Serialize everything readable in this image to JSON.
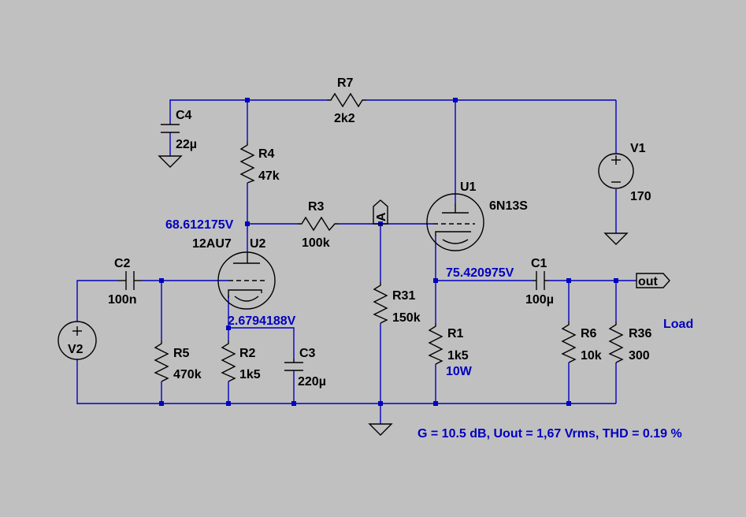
{
  "components": {
    "r7": {
      "name": "R7",
      "value": "2k2"
    },
    "c4": {
      "name": "C4",
      "value": "22µ"
    },
    "r4": {
      "name": "R4",
      "value": "47k"
    },
    "v1": {
      "name": "V1",
      "value": "170"
    },
    "u1": {
      "name": "U1",
      "value": "6N13S"
    },
    "u2": {
      "name": "U2",
      "value": "12AU7"
    },
    "r3": {
      "name": "R3",
      "value": "100k"
    },
    "c2": {
      "name": "C2",
      "value": "100n"
    },
    "c1": {
      "name": "C1",
      "value": "100µ"
    },
    "r31": {
      "name": "R31",
      "value": "150k"
    },
    "r5": {
      "name": "R5",
      "value": "470k"
    },
    "r2": {
      "name": "R2",
      "value": "1k5"
    },
    "c3": {
      "name": "C3",
      "value": "220µ"
    },
    "r1": {
      "name": "R1",
      "value": "1k5",
      "extra": "10W"
    },
    "r6": {
      "name": "R6",
      "value": "10k"
    },
    "r36": {
      "name": "R36",
      "value": "300"
    },
    "v2": {
      "name": "V2"
    }
  },
  "nodes": {
    "u2_plate_voltage": "68.612175V",
    "u2_cathode_voltage": "2.6794188V",
    "u1_cathode_voltage": "75.420975V",
    "label_a": "A",
    "out_label": "out",
    "load_label": "Load"
  },
  "summary": "G = 10.5 dB, Uout = 1,67 Vrms, THD = 0.19 %",
  "colors": {
    "background": "#c0c0c0",
    "wire": "#0000c0",
    "component": "#000000",
    "annotation": "#0000c0"
  }
}
